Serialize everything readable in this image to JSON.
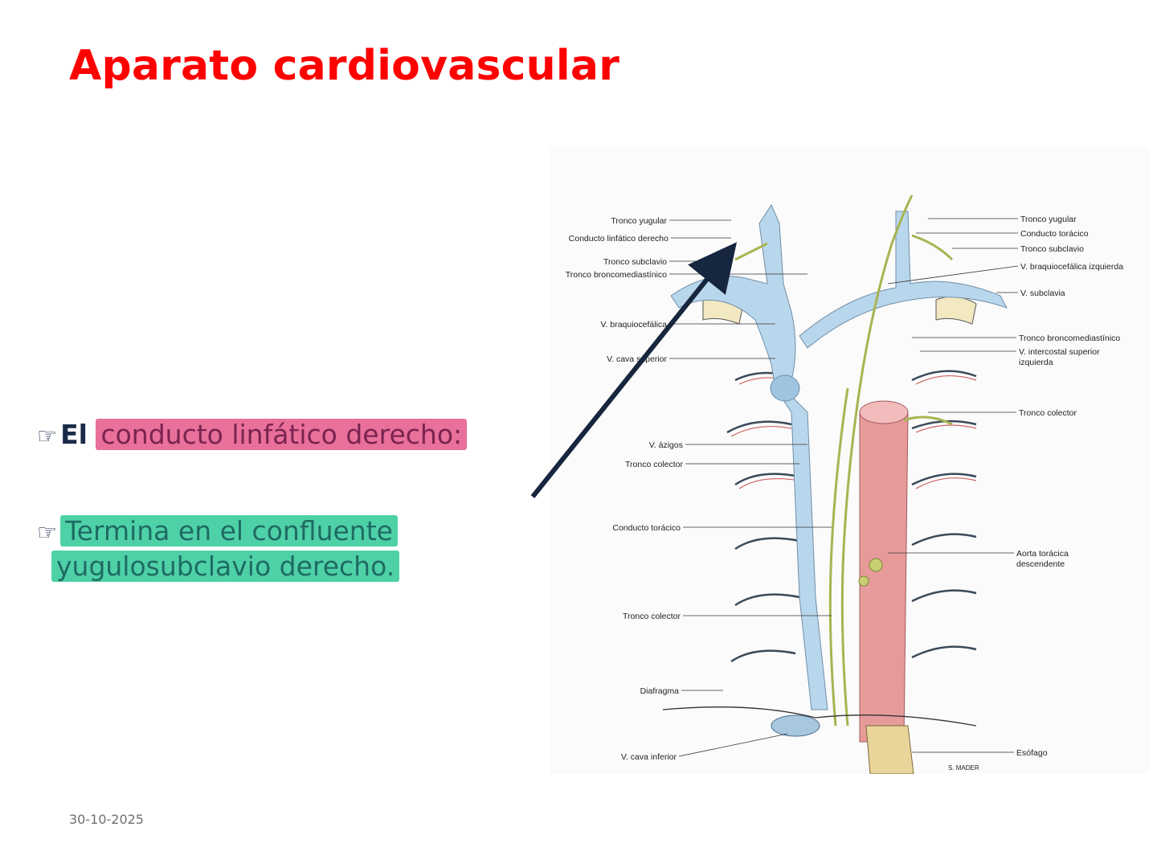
{
  "slide": {
    "title": "Aparato cardiovascular",
    "date": "30-10-2025"
  },
  "bullets": {
    "b1": {
      "bold": "El",
      "highlight": "conducto linfático derecho",
      "suffix": ":"
    },
    "b2": {
      "line1": "Termina en el confluente",
      "line2": "yugulosubclavio derecho."
    }
  },
  "figure": {
    "labels_left": [
      "Tronco yugular",
      "Conducto linfático derecho",
      "Tronco subclavio",
      "Tronco broncomediastínico",
      "V. braquiocefálica",
      "V. cava superior",
      "V. ázigos",
      "Tronco colector",
      "Conducto torácico",
      "Tronco colector",
      "Diafragma",
      "V. cava inferior"
    ],
    "labels_right": [
      "Tronco yugular",
      "Conducto torácico",
      "Tronco subclavio",
      "V. braquiocefálica izquierda",
      "V. subclavia",
      "Tronco broncomediastínico",
      "V. intercostal superior",
      "izquierda",
      "Tronco colector",
      "Aorta torácica",
      "descendente",
      "Esófago"
    ],
    "signature": "S. MADER"
  },
  "colors": {
    "title": "#ff0000",
    "text": "#1a2b4a",
    "highlight_pink": "#e8709a",
    "highlight_teal": "#4fd1a8",
    "vein_blue": "#b9d7ec",
    "artery_red": "#e79a9a",
    "lymph_green": "#b8c46a",
    "arrow": "#17263f"
  }
}
